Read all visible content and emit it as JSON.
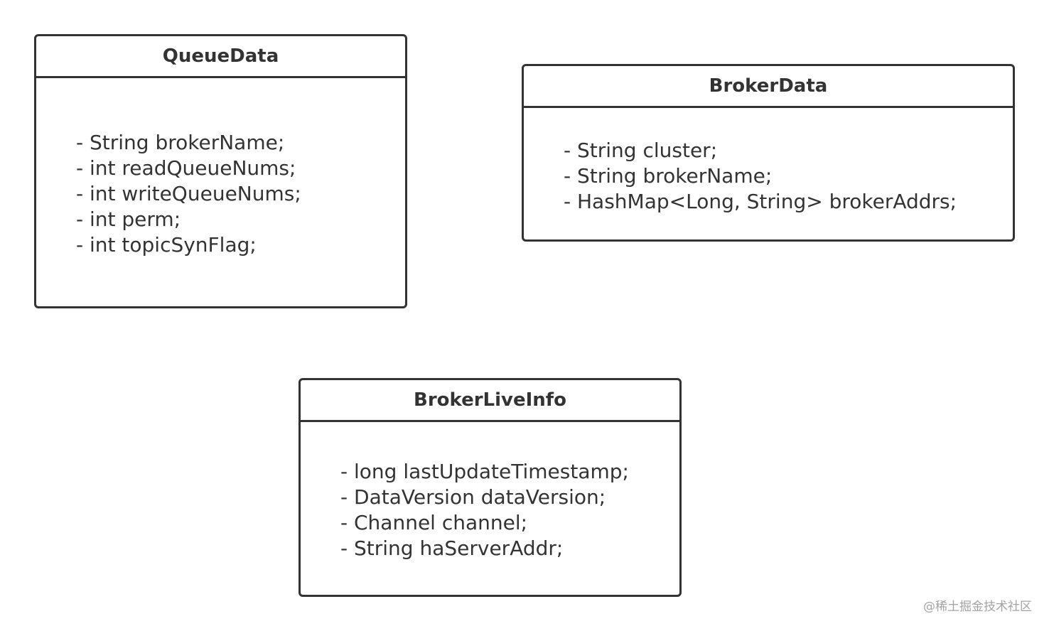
{
  "classes": [
    {
      "name": "QueueData",
      "attributes": [
        "- String brokerName;",
        "- int readQueueNums;",
        "- int writeQueueNums;",
        "- int perm;",
        "- int topicSynFlag;"
      ]
    },
    {
      "name": "BrokerData",
      "attributes": [
        "- String cluster;",
        "- String brokerName;",
        "- HashMap<Long, String> brokerAddrs;"
      ]
    },
    {
      "name": "BrokerLiveInfo",
      "attributes": [
        "- long lastUpdateTimestamp;",
        "- DataVersion dataVersion;",
        "- Channel channel;",
        "- String haServerAddr;"
      ]
    }
  ],
  "watermark": "@稀土掘金技术社区"
}
